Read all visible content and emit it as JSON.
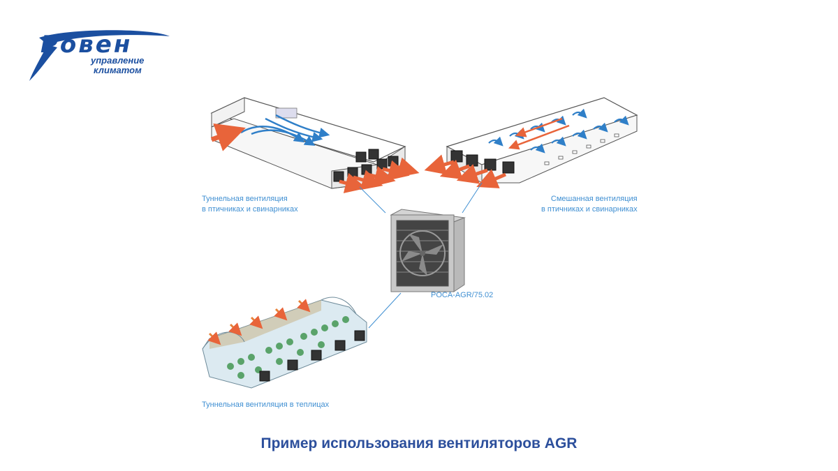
{
  "logo": {
    "brand": "Ровен",
    "tagline_1": "управление",
    "tagline_2": "климатом"
  },
  "labels": {
    "tunnel_line1": "Туннельная вентиляция",
    "tunnel_line2": "в птичниках и свинарниках",
    "mixed_line1": "Смешанная вентиляция",
    "mixed_line2": "в птичниках и свинарниках",
    "greenhouse": "Туннельная вентиляция в теплицах",
    "fan_model": "POCA-AGR/75.02"
  },
  "caption": "Пример использования вентиляторов AGR",
  "colors": {
    "brand_blue": "#1b4fa0",
    "label_blue": "#3f8fd2",
    "caption_blue": "#2c4f9c",
    "air_in_orange": "#e8643a",
    "airflow_blue": "#2f7fc8",
    "greenhouse_fill": "#cfe3ec",
    "plant_green": "#5aa36a"
  }
}
